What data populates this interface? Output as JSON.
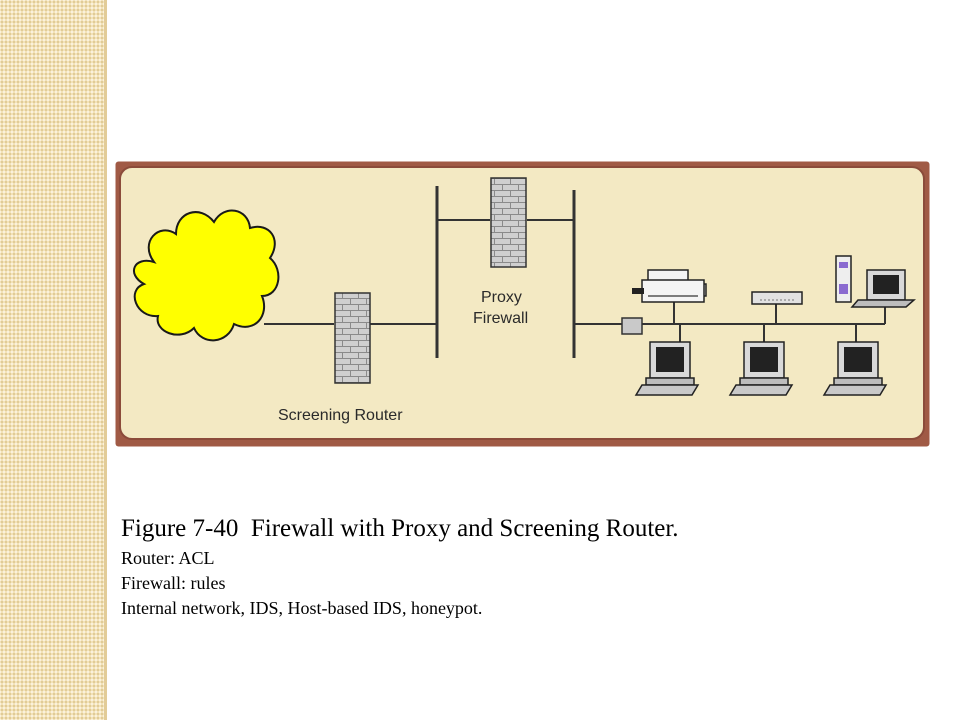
{
  "diagram": {
    "labels": {
      "proxy_line1": "Proxy",
      "proxy_line2": "Firewall",
      "screening_router": "Screening Router"
    },
    "colors": {
      "frame": "#a05a45",
      "panel": "#f3e9c3",
      "cloud": "#ffff00",
      "brick": "#c8c8c8"
    }
  },
  "caption": {
    "title": "Figure 7-40  Firewall with Proxy and Screening Router.",
    "lines": [
      "Router: ACL",
      "Firewall: rules",
      "Internal network, IDS, Host-based IDS, honeypot."
    ]
  }
}
